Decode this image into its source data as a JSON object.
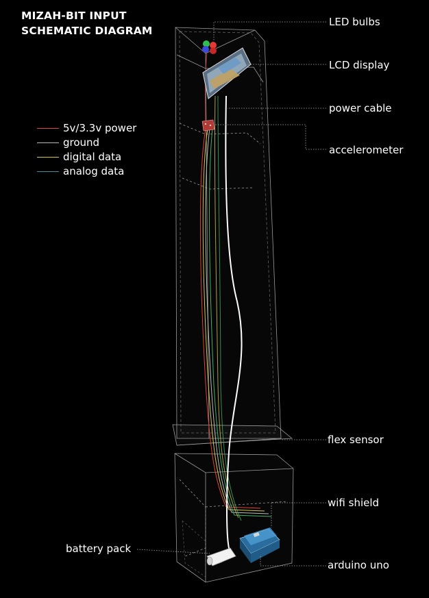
{
  "title": {
    "line1": "MIZAH-BIT INPUT",
    "line2": "SCHEMATIC DIAGRAM"
  },
  "legend": [
    {
      "label": "5v/3.3v power",
      "color": "#e0443a"
    },
    {
      "label": "ground",
      "color": "#bdbdbd"
    },
    {
      "label": "digital data",
      "color": "#d8c84a"
    },
    {
      "label": "analog data",
      "color": "#3fb36a"
    }
  ],
  "callouts": {
    "led_bulbs": "LED bulbs",
    "lcd_display": "LCD display",
    "power_cable": "power cable",
    "accelerometer": "accelerometer",
    "flex_sensor": "flex sensor",
    "wifi_shield": "wifi shield",
    "battery_pack": "battery pack",
    "arduino_uno": "arduino uno"
  }
}
